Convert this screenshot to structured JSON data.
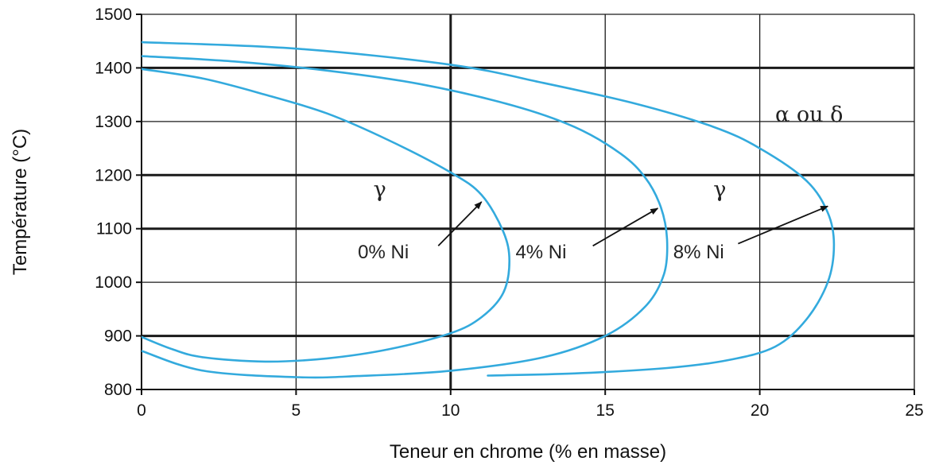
{
  "chart_data": {
    "type": "line",
    "title": "",
    "xlabel": "Teneur en chrome (% en masse)",
    "ylabel": "Température (°C)",
    "xlim": [
      0,
      25
    ],
    "ylim": [
      800,
      1500
    ],
    "xticks": [
      0,
      5,
      10,
      15,
      20,
      25
    ],
    "yticks": [
      800,
      900,
      1000,
      1100,
      1200,
      1300,
      1400,
      1500
    ],
    "xtick_labels": [
      "0",
      "5",
      "10",
      "15",
      "20",
      "25"
    ],
    "ytick_labels": [
      "800",
      "900",
      "1000",
      "1100",
      "1200",
      "1300",
      "1400",
      "1500"
    ],
    "grid": true,
    "bold_gridlines": {
      "x": [
        10
      ],
      "y": [
        900,
        1100,
        1200,
        1400
      ]
    },
    "series_color": "#33aadd",
    "series": [
      {
        "label": "0% Ni",
        "points": [
          [
            0,
            1398
          ],
          [
            2,
            1380
          ],
          [
            4,
            1350
          ],
          [
            6,
            1315
          ],
          [
            8,
            1265
          ],
          [
            10,
            1205
          ],
          [
            11,
            1163
          ],
          [
            11.7,
            1095
          ],
          [
            11.9,
            1040
          ],
          [
            11.7,
            980
          ],
          [
            11,
            935
          ],
          [
            10,
            905
          ],
          [
            8,
            875
          ],
          [
            6,
            858
          ],
          [
            4,
            852
          ],
          [
            2,
            860
          ],
          [
            1,
            875
          ],
          [
            0,
            898
          ]
        ]
      },
      {
        "label": "4% Ni",
        "points": [
          [
            0,
            1422
          ],
          [
            3,
            1412
          ],
          [
            6,
            1395
          ],
          [
            9,
            1370
          ],
          [
            12,
            1330
          ],
          [
            14,
            1290
          ],
          [
            15.5,
            1240
          ],
          [
            16.3,
            1195
          ],
          [
            16.8,
            1140
          ],
          [
            17,
            1080
          ],
          [
            16.9,
            1015
          ],
          [
            16.3,
            955
          ],
          [
            15,
            900
          ],
          [
            13,
            860
          ],
          [
            10,
            835
          ],
          [
            7,
            825
          ],
          [
            5,
            823
          ],
          [
            2,
            835
          ],
          [
            0,
            872
          ]
        ]
      },
      {
        "label": "8% Ni",
        "points": [
          [
            0,
            1448
          ],
          [
            5,
            1436
          ],
          [
            10,
            1406
          ],
          [
            13,
            1372
          ],
          [
            16,
            1333
          ],
          [
            18.5,
            1290
          ],
          [
            20,
            1250
          ],
          [
            21.5,
            1190
          ],
          [
            22.2,
            1130
          ],
          [
            22.4,
            1070
          ],
          [
            22.2,
            1000
          ],
          [
            21.5,
            930
          ],
          [
            20.5,
            880
          ],
          [
            19,
            855
          ],
          [
            17,
            840
          ],
          [
            14,
            830
          ],
          [
            11.2,
            826
          ]
        ]
      }
    ],
    "annotations": [
      {
        "text": "0% Ni",
        "text_at": [
          7.0,
          1045
        ],
        "arrow_from": [
          9.6,
          1068
        ],
        "arrow_to": [
          11.0,
          1150
        ]
      },
      {
        "text": "4% Ni",
        "text_at": [
          12.1,
          1045
        ],
        "arrow_from": [
          14.6,
          1068
        ],
        "arrow_to": [
          16.7,
          1138
        ]
      },
      {
        "text": "8% Ni",
        "text_at": [
          17.2,
          1045
        ],
        "arrow_from": [
          19.3,
          1072
        ],
        "arrow_to": [
          22.2,
          1142
        ]
      }
    ],
    "region_labels": [
      {
        "text": "γ",
        "at": [
          7.5,
          1160
        ]
      },
      {
        "text": "γ",
        "at": [
          18.5,
          1160
        ]
      },
      {
        "text": "α ou δ",
        "at": [
          20.5,
          1300
        ]
      }
    ]
  }
}
